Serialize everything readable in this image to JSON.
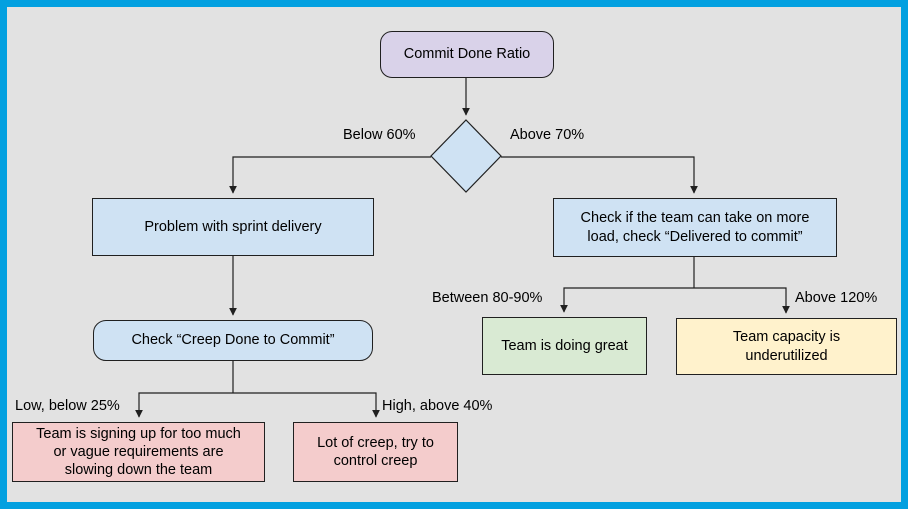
{
  "colors": {
    "frame_border": "#02a0e0",
    "background": "#e2e2e2",
    "connector_stroke": "#202020",
    "purple_node": "#d9d2e9",
    "blue_node": "#cfe2f3",
    "pink_node": "#f4cccc",
    "green_node": "#d9ead3",
    "yellow_node": "#fff2cc"
  },
  "nodes": {
    "root": {
      "label": "Commit Done Ratio"
    },
    "problem": {
      "label": "Problem with sprint delivery"
    },
    "check_load": {
      "lines": [
        "Check if the team can take on more",
        "load, check “Delivered to commit”"
      ]
    },
    "check_creep": {
      "label": "Check “Creep Done to Commit”"
    },
    "too_much": {
      "lines": [
        "Team is signing up for too much",
        "or vague requirements are",
        "slowing down the team"
      ]
    },
    "lot_of_creep": {
      "lines": [
        "Lot of creep, try to",
        "control creep"
      ]
    },
    "doing_great": {
      "label": "Team is doing great"
    },
    "underutilized": {
      "lines": [
        "Team capacity is",
        "underutilized"
      ]
    }
  },
  "edge_labels": {
    "below_60": "Below 60%",
    "above_70": "Above 70%",
    "low_below_25": "Low, below 25%",
    "high_above_40": "High, above 40%",
    "between_80_90": "Between 80-90%",
    "above_120": "Above 120%"
  }
}
